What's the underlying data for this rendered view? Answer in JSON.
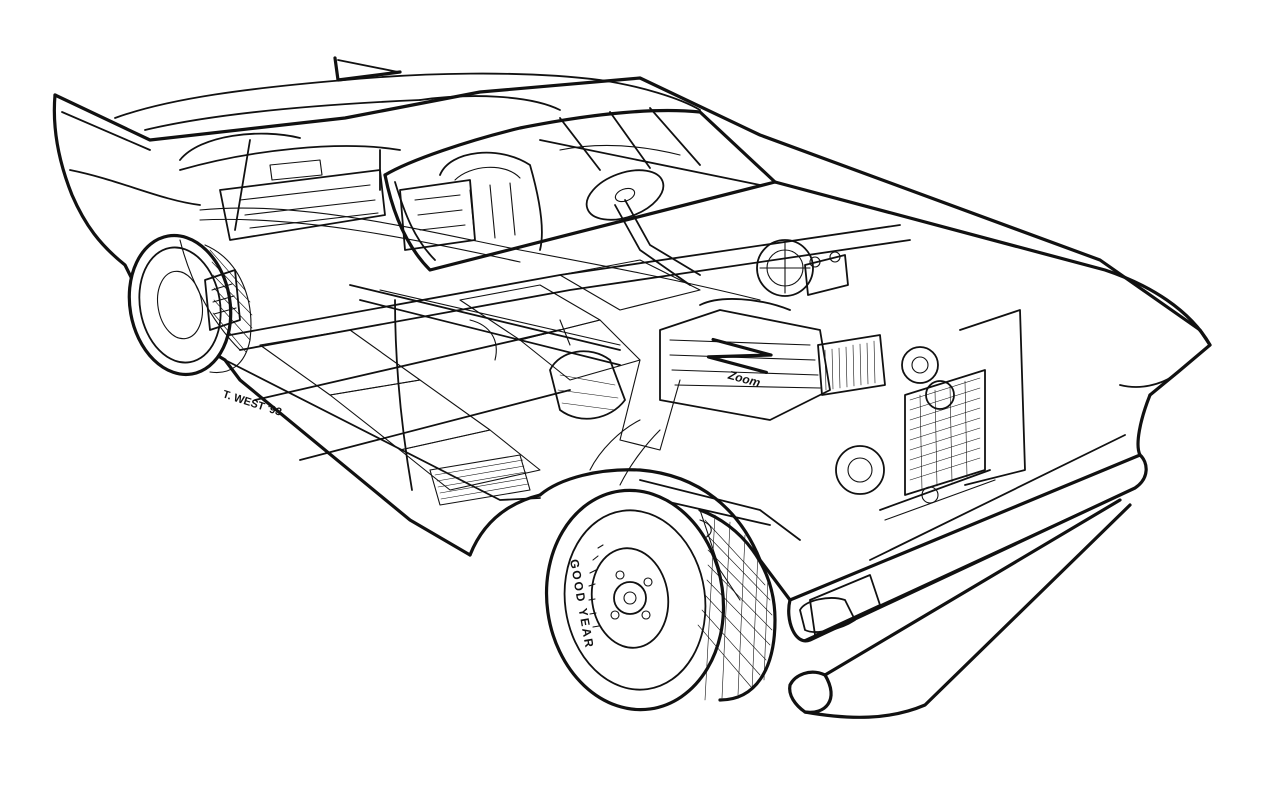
{
  "artwork": {
    "signature": "T. WEST '93",
    "tire_sidewall": "GOOD YEAR",
    "valve_cover_script": "Zoom",
    "ink_color": "#111111",
    "paper_color": "#ffffff"
  }
}
